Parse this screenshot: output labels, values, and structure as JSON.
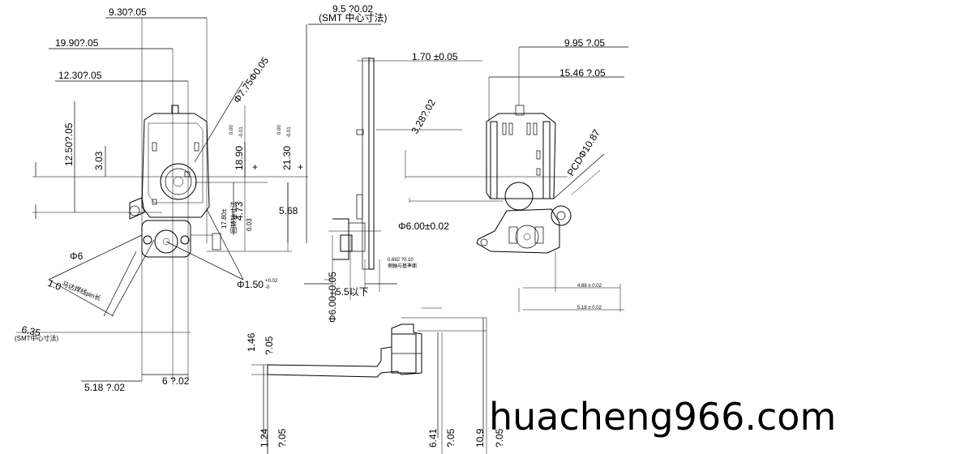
{
  "dimensions": {
    "d1": "9.30?.05",
    "d2": "19.90?.05",
    "d3": "12.30?.05",
    "d4": "12.50?.05",
    "d5": "3.03",
    "d6": "Φ7.75Φ0.05",
    "d7": "18.90",
    "d7_tol_upper": "0.00",
    "d7_tol_lower": "-0.01",
    "d8": "21.30",
    "d8_tol_upper": "0.00",
    "d8_tol_lower": "-0.01",
    "d9": "9.5 ?0.02",
    "d9_note": "(SMT 中心寸法)",
    "d10": "4.73",
    "d10_note": "回转轴寸法",
    "d11": "17.80±",
    "d12": "0.03",
    "d13": "5.68",
    "d14": "Φ6",
    "d15": "1.0",
    "d15_note": "马达焊线pin长",
    "d16": "Φ1.50",
    "d16_tol_upper": "+0.02",
    "d16_tol_lower": "-0",
    "d17": "6.35",
    "d17_note": "(SMT中心寸法)",
    "d18": "6 ?.02",
    "d19": "5.18 ?.02",
    "d20": "1.70 ±0.05",
    "d21": "3.28?.02",
    "d22": "Φ6.00±0.02",
    "d23": "0.692 ?0.10",
    "d23_note": "側軸与基準面",
    "d24": "5.5以下",
    "d25": "Φ6.00±0.05",
    "d26": "9.95 ?.05",
    "d27": "15.46 ?.05",
    "d28": "PCDΦ10.87",
    "d29": "4.88 ± 0.02",
    "d30": "5.18 ± 0.02",
    "d31": "1.46",
    "d32": "?.05",
    "d33": "1.24",
    "d34": "?.05",
    "d35": "6.41",
    "d36": "?.05",
    "d37": "10.9",
    "d38": "?.05"
  },
  "watermark": "huacheng966.com"
}
